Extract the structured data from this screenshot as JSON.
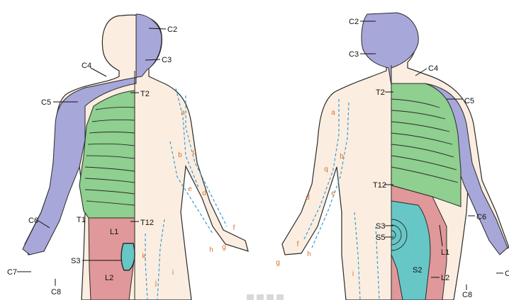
{
  "colors": {
    "background": "#ffffff",
    "skin": "#fbeee0",
    "cervical_plexus": "#a7a7da",
    "thoracic": "#8fcf8f",
    "lumbar": "#e0989a",
    "sacral": "#67c7c6",
    "outline": "#2a2a2a",
    "nerve_line": "#3b9bd6",
    "nerve_label": "#d9712a",
    "watermark": "#d9d9d9"
  },
  "front_view": {
    "segment_labels": [
      "C2",
      "C3",
      "C4",
      "C5",
      "T2",
      "T12",
      "T1",
      "C6",
      "L1",
      "S3",
      "L2",
      "C7",
      "C8"
    ],
    "nerve_labels": [
      "a",
      "b",
      "c",
      "e",
      "d",
      "f",
      "g",
      "h",
      "k",
      "i",
      "j"
    ]
  },
  "back_view": {
    "segment_labels": [
      "C2",
      "C3",
      "C4",
      "C5",
      "T2",
      "T12",
      "C6",
      "S3",
      "S5",
      "L1",
      "S2",
      "L2",
      "C8",
      "C"
    ],
    "nerve_labels": [
      "a",
      "b",
      "q",
      "d",
      "e",
      "f",
      "g",
      "h",
      "i"
    ]
  }
}
